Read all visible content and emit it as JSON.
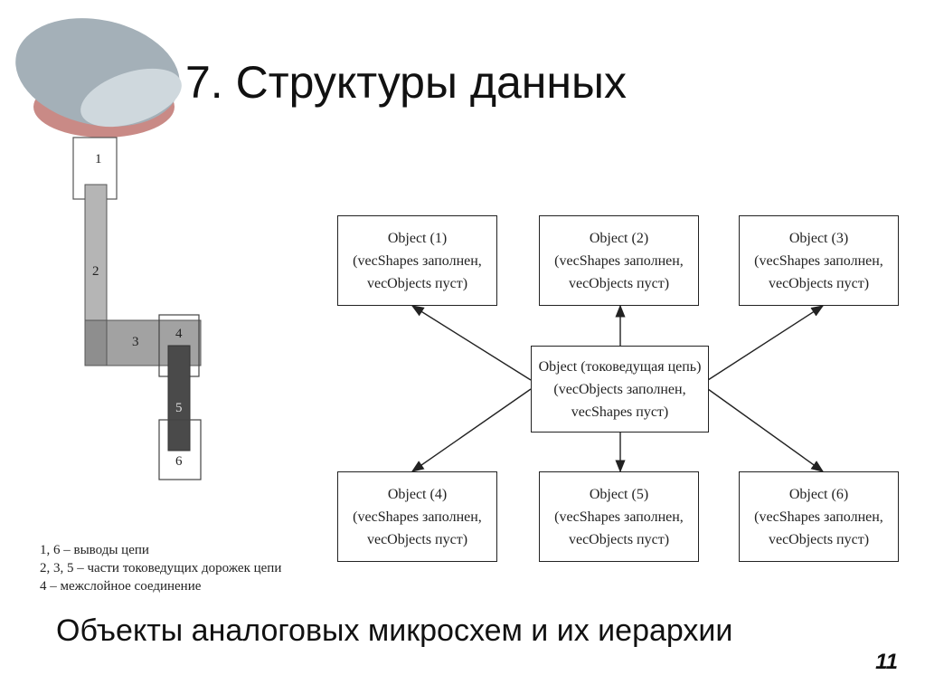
{
  "slide": {
    "title": "7. Структуры данных",
    "caption": "Объекты аналоговых микросхем и их иерархии",
    "page_number": "11"
  },
  "layout_figure": {
    "labels": [
      "1",
      "2",
      "3",
      "4",
      "5",
      "6"
    ]
  },
  "legend": [
    "1, 6 – выводы цепи",
    "2, 3, 5 – части токоведущих дорожек цепи",
    "4 – межслойное соединение"
  ],
  "hierarchy": {
    "center": {
      "line1": "Object (токоведущая цепь)",
      "line2": "(vecObjects заполнен,",
      "line3": "vecShapes пуст)"
    },
    "children": [
      {
        "line1": "Object (1)",
        "line2": "(vecShapes заполнен,",
        "line3": "vecObjects пуст)"
      },
      {
        "line1": "Object (2)",
        "line2": "(vecShapes заполнен,",
        "line3": "vecObjects пуст)"
      },
      {
        "line1": "Object (3)",
        "line2": "(vecShapes заполнен,",
        "line3": "vecObjects пуст)"
      },
      {
        "line1": "Object (4)",
        "line2": "(vecShapes заполнен,",
        "line3": "vecObjects пуст)"
      },
      {
        "line1": "Object (5)",
        "line2": "(vecShapes заполнен,",
        "line3": "vecObjects пуст)"
      },
      {
        "line1": "Object (6)",
        "line2": "(vecShapes заполнен,",
        "line3": "vecObjects пуст)"
      }
    ]
  },
  "colors": {
    "ellipse_dark": "#9aa8b0",
    "ellipse_light": "#c8d2d8",
    "ellipse_red": "#c98a86"
  }
}
